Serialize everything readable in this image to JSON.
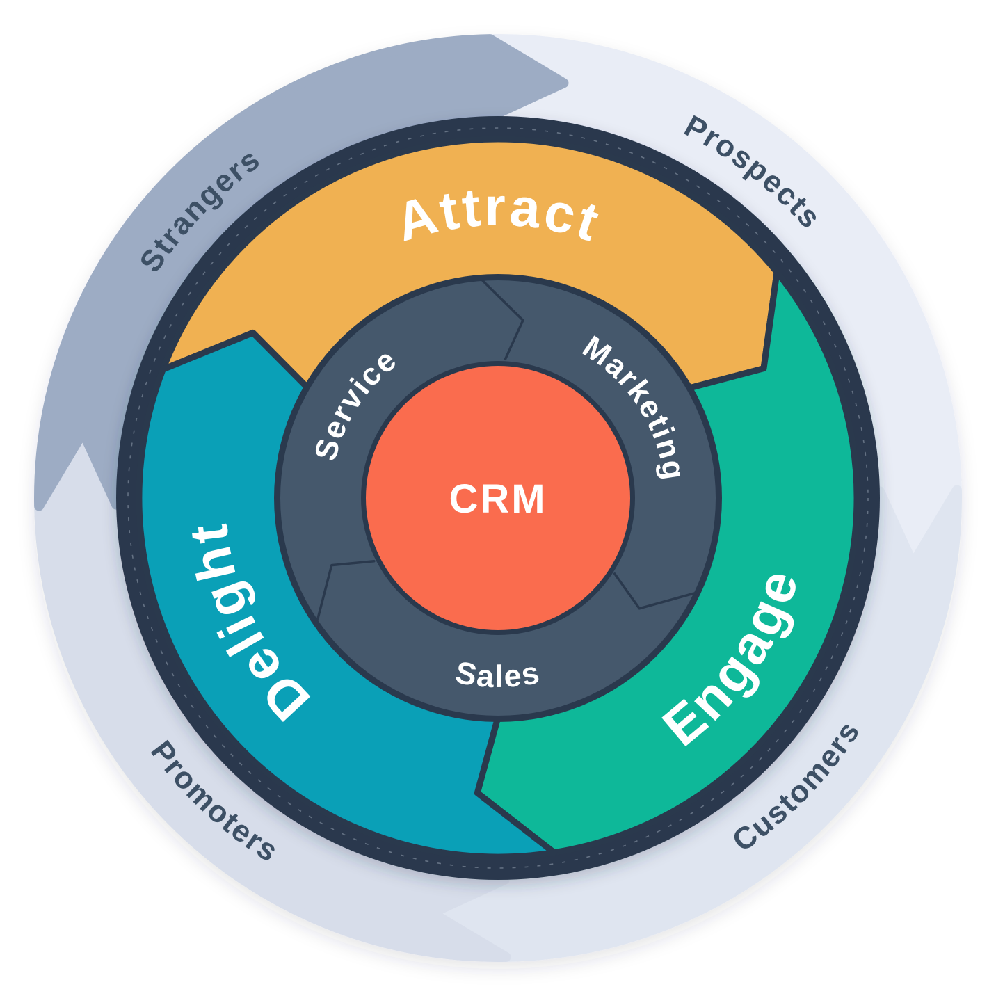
{
  "diagram": {
    "type": "flywheel",
    "core": {
      "label": "CRM",
      "color": "#FA6C4E"
    },
    "functions": {
      "ring_color": "#45586C",
      "marketing": {
        "label": "Marketing"
      },
      "sales": {
        "label": "Sales"
      },
      "service": {
        "label": "Service"
      }
    },
    "stages": {
      "attract": {
        "label": "Attract",
        "color": "#F0B152"
      },
      "engage": {
        "label": "Engage",
        "color": "#0EB899"
      },
      "delight": {
        "label": "Delight",
        "color": "#0AA0B7"
      }
    },
    "audiences": {
      "strangers": {
        "label": "Strangers",
        "color": "#9DACC4"
      },
      "prospects": {
        "label": "Prospects",
        "color": "#E9EDF6"
      },
      "customers": {
        "label": "Customers",
        "color": "#DFE5F0"
      },
      "promoters": {
        "label": "Promoters",
        "color": "#D7DDEA"
      }
    },
    "outline_color": "#2A394D",
    "audience_label_color": "#3D5065",
    "stage_label_color": "#FFFFFF"
  }
}
